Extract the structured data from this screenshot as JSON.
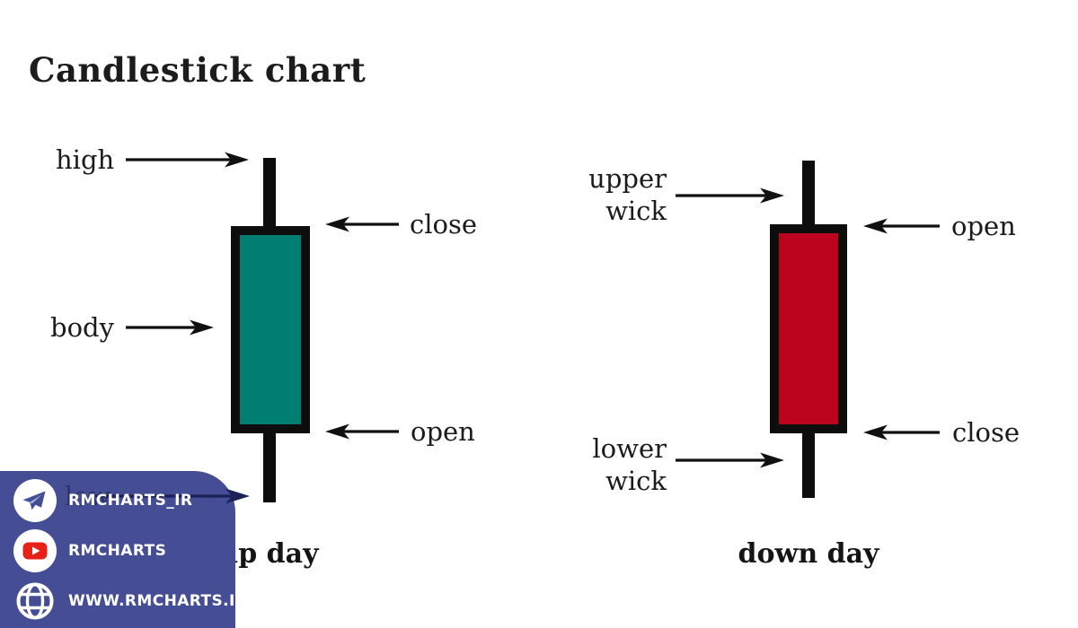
{
  "title": "Candlestick chart",
  "up_candle": {
    "caption": "up day",
    "label_high": "high",
    "label_close": "close",
    "label_body": "body",
    "label_open": "open",
    "label_low": "low"
  },
  "down_candle": {
    "caption": "down day",
    "label_upper_line1": "upper",
    "label_upper_line2": "wick",
    "label_open": "open",
    "label_close": "close",
    "label_lower_line1": "lower",
    "label_lower_line2": "wick"
  },
  "colors": {
    "up_body": "#007E71",
    "down_body": "#BC041E",
    "candle_outline": "#0d0d0d",
    "arrow_ink": "#101010",
    "low_arrow_navy": "#1C2257",
    "panel_background": "#454E94",
    "youtube_red": "#E62117"
  },
  "social_panel": {
    "items": [
      {
        "icon": "telegram-icon",
        "label": "RMCHARTS_IR"
      },
      {
        "icon": "youtube-icon",
        "label": "RMCHARTS"
      },
      {
        "icon": "globe-icon",
        "label": "WWW.RMCHARTS.IR"
      }
    ]
  }
}
